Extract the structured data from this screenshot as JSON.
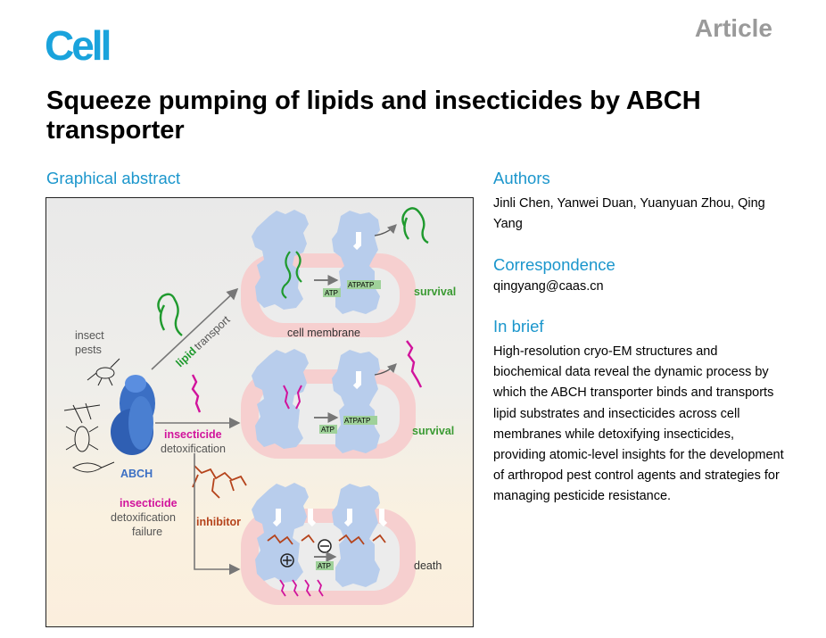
{
  "header": {
    "logo_text": "Cell",
    "article_type": "Article"
  },
  "title": "Squeeze pumping of lipids and insecticides by ABCH transporter",
  "graphical_abstract": {
    "heading": "Graphical abstract",
    "labels": {
      "insect_pests_1": "insect",
      "insect_pests_2": "pests",
      "abch": "ABCH",
      "lipid": "lipid",
      "transport": "transport",
      "insecticide": "insecticide",
      "detoxification": "detoxification",
      "inhibitor": "inhibitor",
      "failure_1": "insecticide",
      "failure_2": "detoxification",
      "failure_3": "failure",
      "cell_membrane": "cell membrane",
      "survival_1": "survival",
      "survival_2": "survival",
      "death": "death",
      "atp": "ATP",
      "atpatp": "ATPATP"
    },
    "colors": {
      "lipid_green": "#1f9a2e",
      "insecticide_magenta": "#d1139c",
      "inhibitor_brown": "#b5431b",
      "protein_blue": "#b8cdec",
      "membrane_pink": "#f6cfcf",
      "abch_blue": "#3b6fc4"
    }
  },
  "authors": {
    "heading": "Authors",
    "names": "Jinli Chen, Yanwei Duan, Yuanyuan Zhou, Qing Yang"
  },
  "correspondence": {
    "heading": "Correspondence",
    "email": "qingyang@caas.cn"
  },
  "in_brief": {
    "heading": "In brief",
    "text": "High-resolution cryo-EM structures and biochemical data reveal the dynamic process by which the ABCH transporter binds and transports lipid substrates and insecticides across cell membranes while detoxifying insecticides, providing atomic-level insights for the development of arthropod pest control agents and strategies for managing pesticide resistance."
  }
}
